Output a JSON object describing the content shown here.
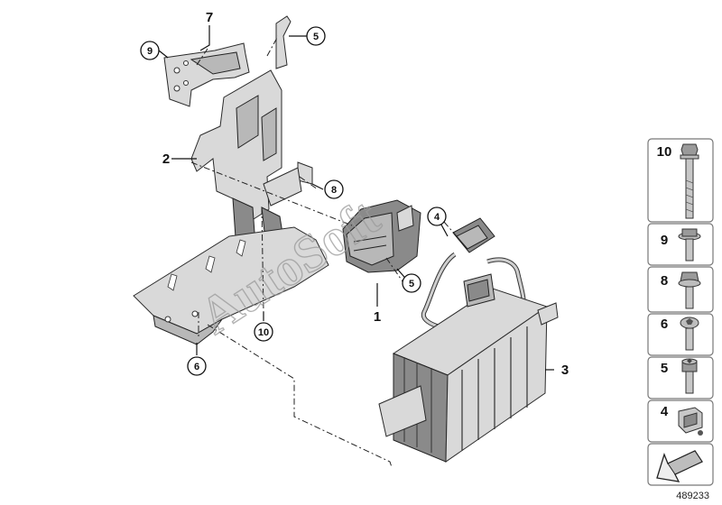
{
  "callouts": {
    "c1": "1",
    "c2": "2",
    "c3": "3",
    "c4": "4",
    "c5a": "5",
    "c5b": "5",
    "c6": "6",
    "c7": "7",
    "c8": "8",
    "c9": "9",
    "c10": "10"
  },
  "watermark": "AutoSoft",
  "side_panel": {
    "items": [
      {
        "num": "10",
        "icon": "long-bolt-icon"
      },
      {
        "num": "9",
        "icon": "collar-screw-icon"
      },
      {
        "num": "8",
        "icon": "collar-screw-icon"
      },
      {
        "num": "6",
        "icon": "torx-screw-icon"
      },
      {
        "num": "5",
        "icon": "hex-socket-screw-icon"
      },
      {
        "num": "4",
        "icon": "clip-nut-icon"
      }
    ],
    "arrow_icon": "assembly-arrow-icon"
  },
  "reference_number": "489233",
  "colors": {
    "line": "#222222",
    "part_fill": "#d9d9d9",
    "dark_fill": "#8a8a8a"
  }
}
